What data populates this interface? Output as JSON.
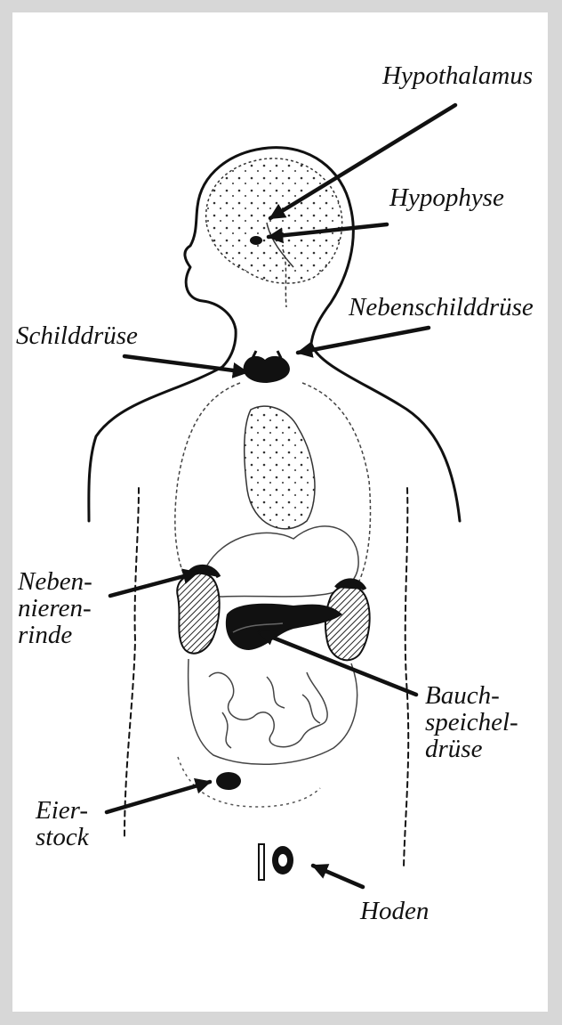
{
  "labels": {
    "hypothalamus": "Hypothalamus",
    "hypophyse": "Hypophyse",
    "nebenschilddruese": "Nebenschilddrüse",
    "schilddruese": "Schilddrüse",
    "nebennierenrinde": [
      "Neben-",
      "nieren-",
      "rinde"
    ],
    "bauchspeicheldruese": [
      "Bauch-",
      "speichel-",
      "drüse"
    ],
    "eierstock": [
      "Eier-",
      "stock"
    ],
    "hoden": "Hoden"
  },
  "colors": {
    "background": "#d7d7d7",
    "panel": "#ffffff",
    "ink": "#111111"
  }
}
